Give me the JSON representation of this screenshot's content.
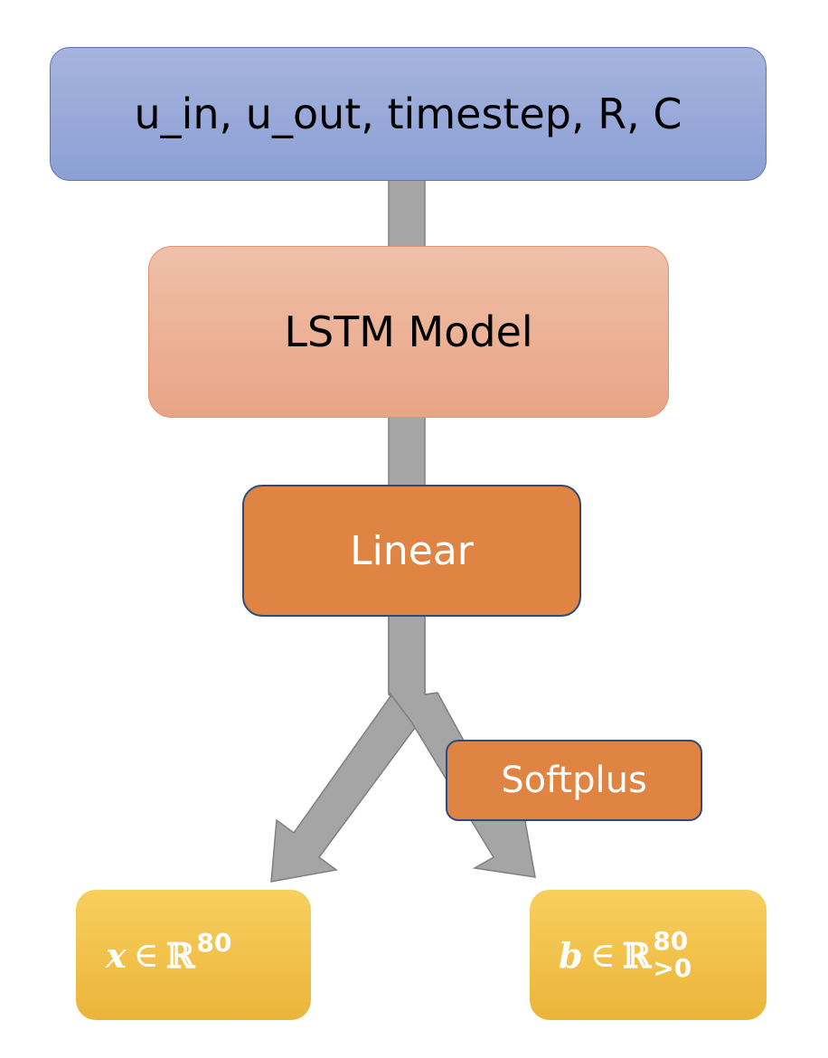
{
  "diagram": {
    "input_label": "u_in, u_out, timestep, R, C",
    "lstm_label": "LSTM Model",
    "linear_label": "Linear",
    "softplus_label": "Softplus",
    "output_x": {
      "variable": "x",
      "relation": "∈",
      "set_symbol": "ℝ",
      "superscript": "80"
    },
    "output_b": {
      "variable": "b",
      "relation": "∈",
      "set_symbol": "ℝ",
      "superscript": "80",
      "subscript": ">0"
    }
  },
  "colors": {
    "input_fill": "#a6b4dd",
    "lstm_fill": "#efc0a8",
    "linear_fill": "#e08443",
    "output_fill": "#f8cf5e",
    "arrow_fill": "#a5a5a5",
    "arrow_stroke": "#7f7f7f"
  }
}
